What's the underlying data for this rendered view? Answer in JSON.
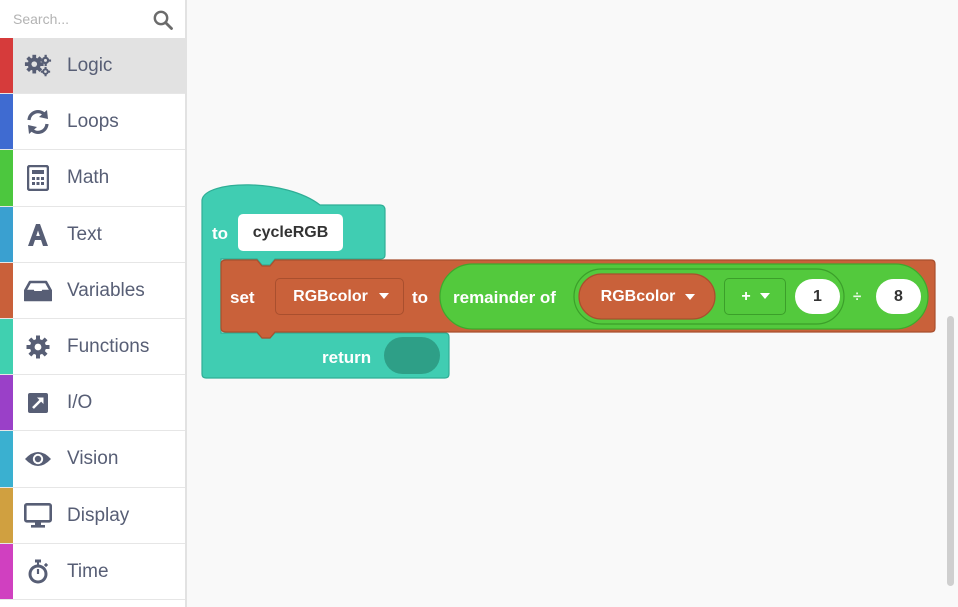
{
  "search": {
    "placeholder": "Search..."
  },
  "categories": [
    {
      "label": "Logic",
      "color": "#d63b3b",
      "icon": "gears-icon",
      "selected": true
    },
    {
      "label": "Loops",
      "color": "#3f6bd1",
      "icon": "refresh-icon"
    },
    {
      "label": "Math",
      "color": "#4cc73e",
      "icon": "calculator-icon"
    },
    {
      "label": "Text",
      "color": "#3aa0d0",
      "icon": "text-a-icon"
    },
    {
      "label": "Variables",
      "color": "#c9603a",
      "icon": "inbox-icon"
    },
    {
      "label": "Functions",
      "color": "#40d0b0",
      "icon": "gear-icon"
    },
    {
      "label": "I/O",
      "color": "#9a40c8",
      "icon": "io-arrow-icon"
    },
    {
      "label": "Vision",
      "color": "#3ab0d0",
      "icon": "eye-icon"
    },
    {
      "label": "Display",
      "color": "#d0a040",
      "icon": "monitor-icon"
    },
    {
      "label": "Time",
      "color": "#d040c0",
      "icon": "stopwatch-icon"
    }
  ],
  "function_block": {
    "to_label": "to",
    "function_name": "cycleRGB",
    "return_label": "return",
    "color": "#40cdb2"
  },
  "set_block": {
    "set_label": "set",
    "variable": "RGBcolor",
    "to_label": "to",
    "color": "#c9613a"
  },
  "remainder_block": {
    "label": "remainder of",
    "divide_symbol": "÷",
    "divisor": "8",
    "color": "#53c93d"
  },
  "arith_block": {
    "variable": "RGBcolor",
    "operator": "+",
    "operand": "1"
  }
}
